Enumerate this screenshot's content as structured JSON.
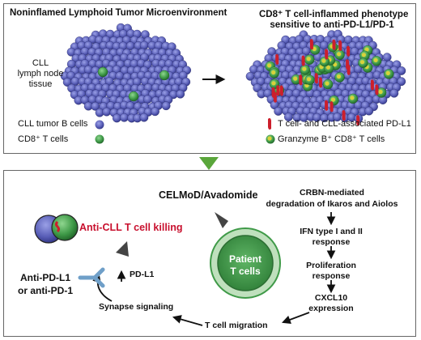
{
  "top": {
    "left_title": "Noninflamed Lymphoid Tumor Microenvironment",
    "right_title_line1": "CD8⁺ T cell-inflammed phenotype",
    "right_title_line2": "sensitive to anti-PD-L1/PD-1",
    "tissue_label_line1": "CLL",
    "tissue_label_line2": "lymph node",
    "tissue_label_line3": "tissue",
    "legend_left": [
      {
        "label": "CLL tumor B cells",
        "color": "#5a5fb8"
      },
      {
        "label": "CD8⁺ T cells",
        "color": "#3f9a48"
      }
    ],
    "legend_right": [
      {
        "label": "T cell- and CLL-associated PD-L1",
        "color": "#cc1f2c"
      },
      {
        "label": "Granzyme B⁺ CD8⁺ T cells",
        "color": "#d8d23a"
      }
    ]
  },
  "bottom": {
    "drug_label": "CELMoD/Avadomide",
    "center_cell_line1": "Patient",
    "center_cell_line2": "T cells",
    "steps": [
      {
        "line1": "CRBN-mediated",
        "line2": "degradation of Ikaros and Aiolos"
      },
      {
        "line1": "IFN type I and II",
        "line2": "response"
      },
      {
        "line1": "Proliferation",
        "line2": "response"
      },
      {
        "line1": "CXCL10",
        "line2": "expression"
      }
    ],
    "migration": "T cell migration",
    "synapse": "Synapse signaling",
    "pdl1": "PD-L1",
    "killing": "Anti-CLL T cell killing",
    "antibody_line1": "Anti-PD-L1",
    "antibody_line2": "or anti-PD-1"
  },
  "colors": {
    "b_cell": "#5a5fb8",
    "t_cell": "#3f9a48",
    "pdl1": "#cc1f2c",
    "granzyme": "#d8d23a",
    "transition_arrow": "#5aa63b",
    "killing_text": "#c8102e",
    "antibody": "#6f9fc8"
  }
}
